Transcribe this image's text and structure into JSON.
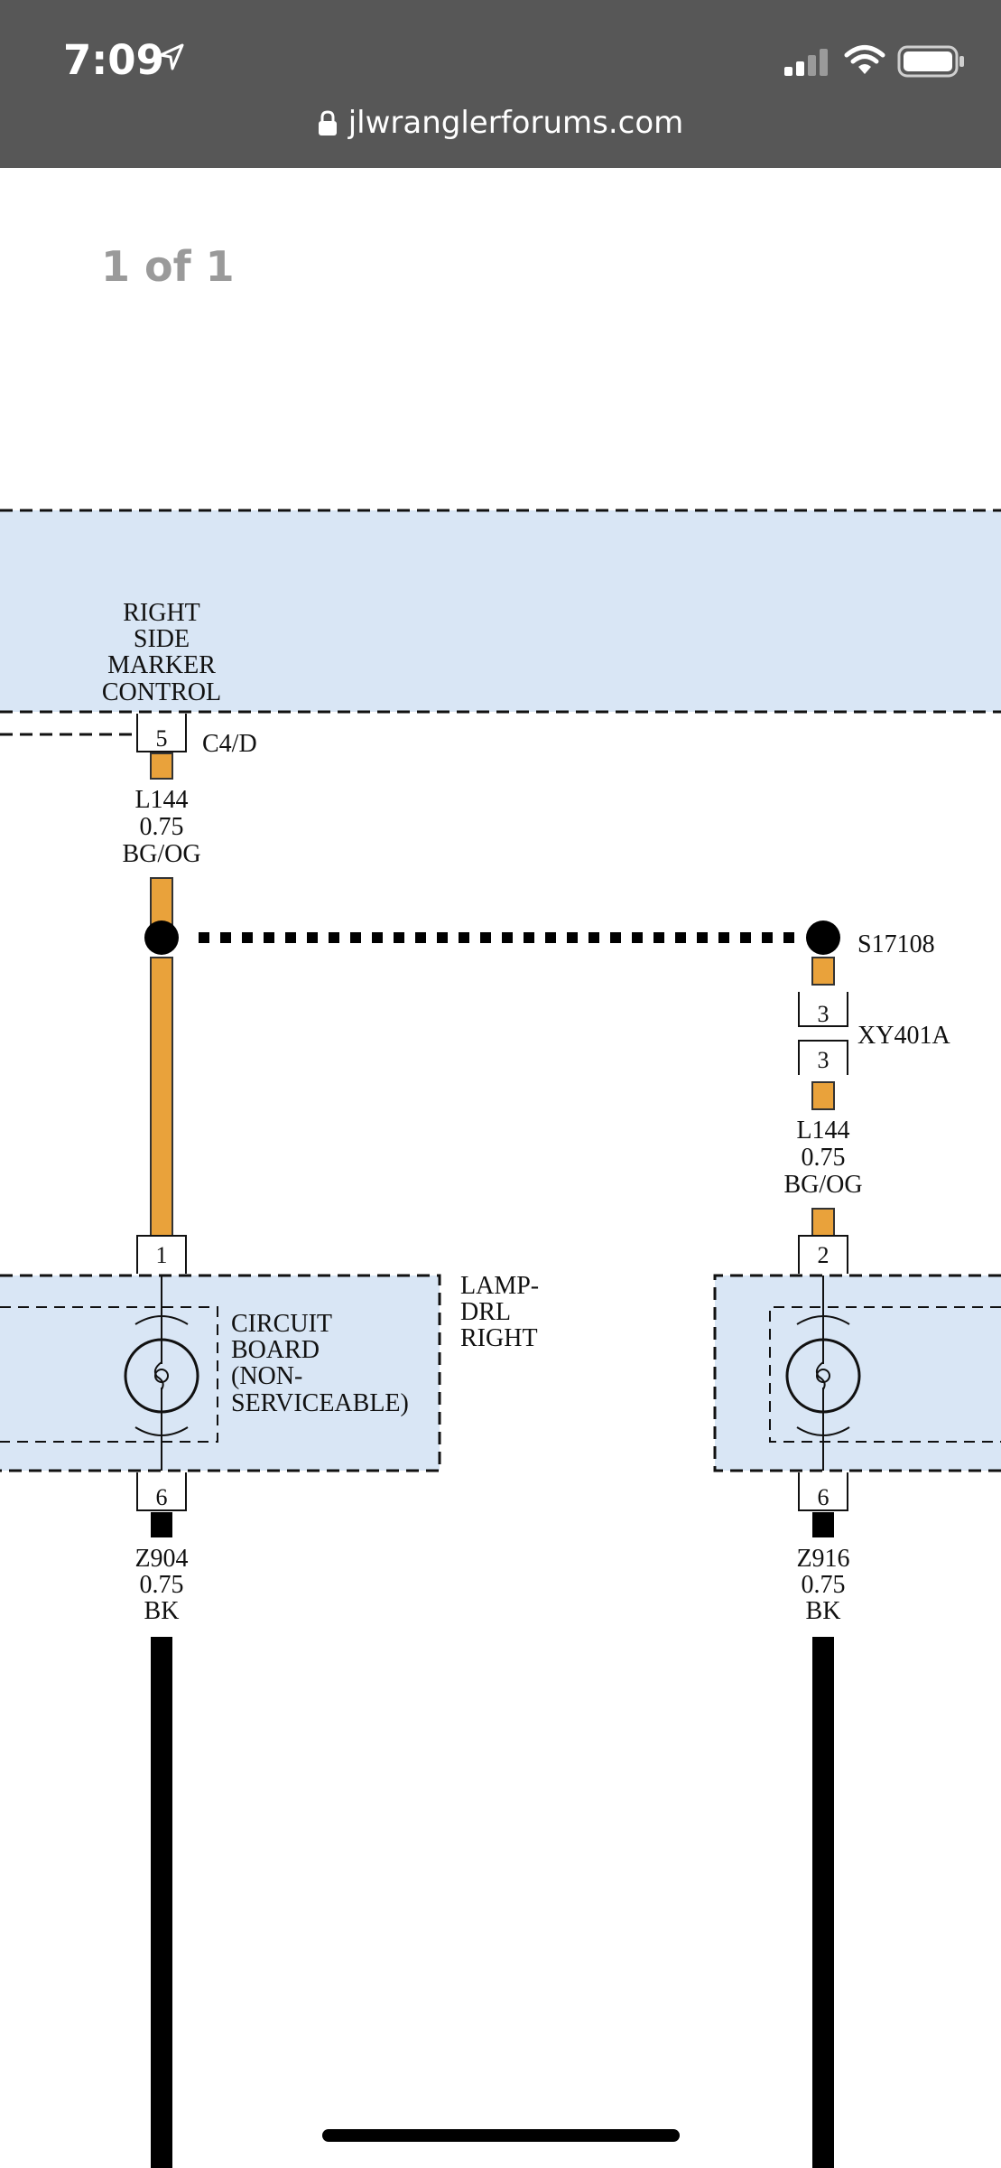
{
  "status_bar": {
    "time": "7:09",
    "url": "jlwranglerforums.com"
  },
  "icons": {
    "location": "location-arrow-icon",
    "signal": "cellular-signal-icon",
    "wifi": "wifi-icon",
    "battery": "battery-icon",
    "lock": "lock-icon"
  },
  "viewer": {
    "page_indicator": "1 of 1"
  },
  "diagram": {
    "module_title": [
      "RIGHT",
      "SIDE",
      "MARKER",
      "CONTROL"
    ],
    "module_pin": "5",
    "module_connector": "C4/D",
    "wire_top": {
      "circuit": "L144",
      "gauge": "0.75",
      "color": "BG/OG"
    },
    "splice": "S17108",
    "inline_connector": "XY401A",
    "inline_pin_a": "3",
    "inline_pin_b": "3",
    "wire_right": {
      "circuit": "L144",
      "gauge": "0.75",
      "color": "BG/OG"
    },
    "lamp_left_pin_in": "1",
    "lamp_right_pin_in": "2",
    "lamp_name": [
      "LAMP-",
      "DRL",
      "RIGHT"
    ],
    "circuit_board": [
      "CIRCUIT",
      "BOARD",
      "(NON-",
      "SERVICEABLE)"
    ],
    "lamp_left_pin_out": "6",
    "lamp_right_pin_out": "6",
    "ground_left": {
      "circuit": "Z904",
      "gauge": "0.75",
      "color": "BK"
    },
    "ground_right": {
      "circuit": "Z916",
      "gauge": "0.75",
      "color": "BK"
    },
    "colors": {
      "module_fill": "#d9e6f5",
      "wire_orange": "#e9a23b",
      "wire_black": "#000000"
    }
  }
}
